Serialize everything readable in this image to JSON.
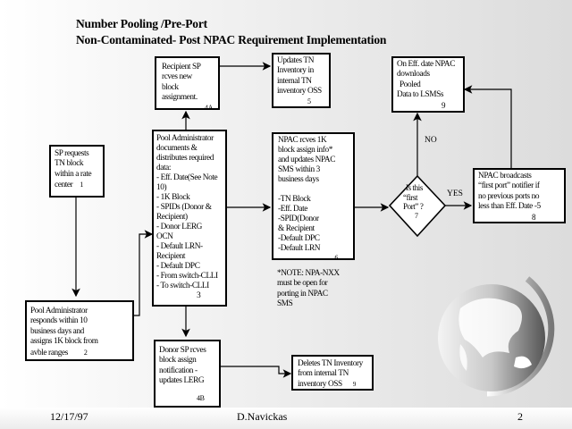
{
  "title": {
    "line1": "Number Pooling /Pre-Port",
    "line2": "Non-Contaminated- Post NPAC Requirement Implementation"
  },
  "boxes": {
    "step1": {
      "lines": [
        "SP requests",
        "TN block",
        "within a rate",
        "center"
      ],
      "num": "1"
    },
    "step2": {
      "lines": [
        "Pool Administrator",
        "responds within 10",
        "business days and",
        "assigns 1K block from",
        "avble ranges"
      ],
      "num": "2"
    },
    "step3": {
      "lines": [
        "Pool Administrator",
        "documents &",
        "distributes required",
        "data:",
        "- Eff. Date(See Note",
        "10)",
        "- 1K Block",
        "- SPIDs (Donor &",
        "Recipient)",
        "- Donor LERG",
        "OCN",
        "- Default LRN-",
        "Recipient",
        "- Default DPC",
        "- From switch-CLLI",
        "- To switch-CLLI"
      ],
      "num": "3"
    },
    "step4a": {
      "lines": [
        "Recipient SP",
        "rcves new",
        "block",
        "assignment."
      ],
      "num": "4A"
    },
    "step4b": {
      "lines": [
        "Donor SP rcves",
        "block assign",
        "notification -",
        "updates LERG"
      ],
      "num": "4B"
    },
    "step5": {
      "lines": [
        "Updates TN",
        "Inventory in",
        "internal TN",
        "inventory OSS"
      ],
      "num": "5"
    },
    "step6": {
      "lines": [
        "NPAC rcves 1K",
        "block assign info*",
        "and updates NPAC",
        "SMS within 3",
        "business days",
        "",
        "-TN Block",
        "-Eff. Date",
        "-SPID(Donor",
        "& Recipient",
        "-Default DPC",
        "-Default LRN"
      ],
      "num": "6"
    },
    "step7": {
      "lines": [
        "Is this",
        "“first",
        "Port” ?"
      ],
      "num": "7"
    },
    "step8": {
      "lines": [
        "NPAC broadcasts",
        "“first port” notifier if",
        "no previous ports no",
        "less than Eff. Date -5"
      ],
      "num": "8"
    },
    "step9": {
      "lines": [
        "On Eff. date NPAC",
        "downloads",
        "Pooled",
        "Data to LSMSs"
      ],
      "num": "9"
    },
    "step9b": {
      "lines": [
        "Deletes TN Inventory",
        "from internal TN",
        "inventory OSS"
      ],
      "num": "9"
    }
  },
  "note": {
    "lines": [
      "*NOTE: NPA-NXX",
      "must be open for",
      "porting in NPAC",
      "SMS"
    ]
  },
  "labels": {
    "yes": "YES",
    "no": "NO"
  },
  "footer": {
    "date": "12/17/97",
    "author": "D.Navickas",
    "page": "2"
  }
}
